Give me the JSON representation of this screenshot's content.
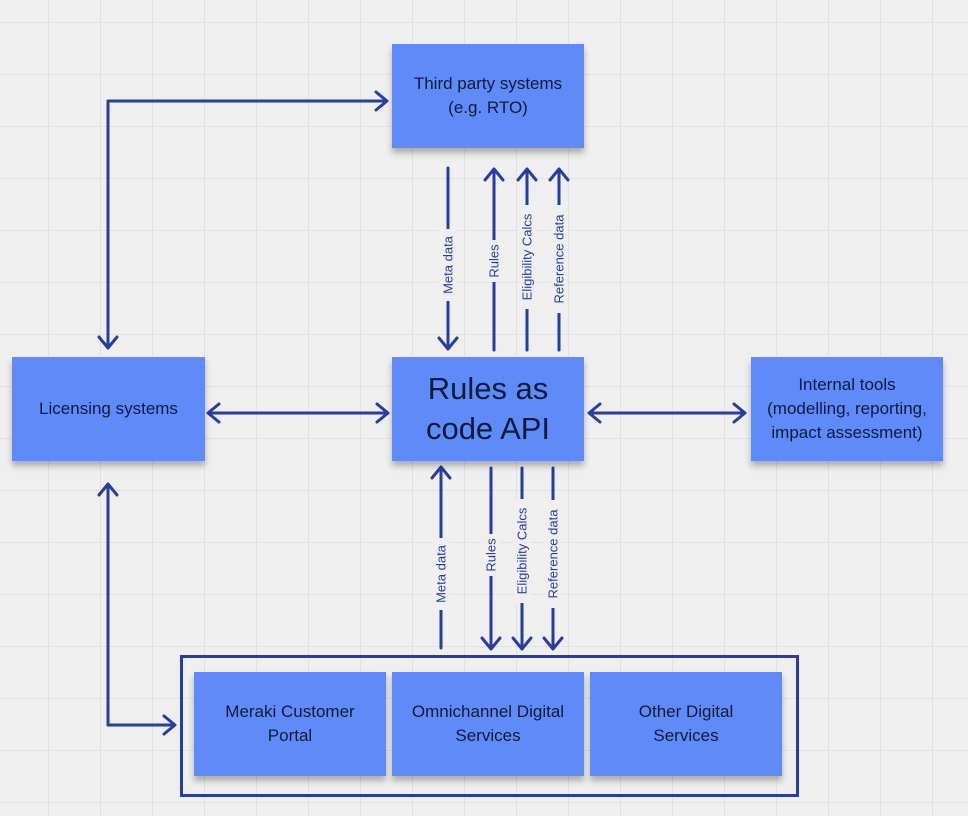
{
  "nodes": {
    "third_party": "Third party systems\n(e.g. RTO)",
    "licensing": "Licensing systems",
    "api": "Rules as\ncode API",
    "internal_tools": "Internal tools\n(modelling, reporting,\nimpact assessment)",
    "meraki": "Meraki Customer\nPortal",
    "omnichannel": "Omnichannel Digital\nServices",
    "other_digital": "Other Digital\nServices"
  },
  "flows": {
    "upper": [
      "Meta data",
      "Rules",
      "Eligibility Calcs",
      "Reference data"
    ],
    "lower": [
      "Meta data",
      "Rules",
      "Eligibility Calcs",
      "Reference data"
    ]
  },
  "colors": {
    "note": "#5f8af7",
    "line": "#283e9e",
    "text": "#0f1b3c",
    "background": "#efefef"
  }
}
